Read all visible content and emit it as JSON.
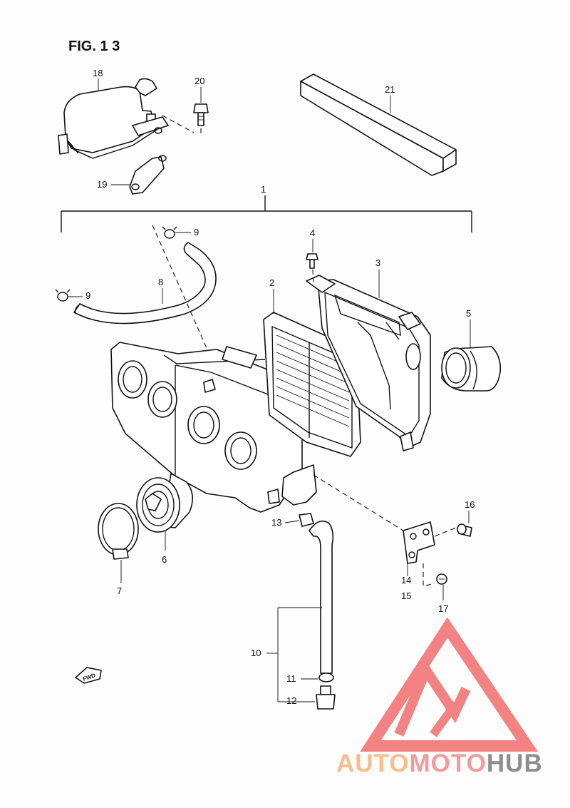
{
  "figure": {
    "title": "FIG. 1 3"
  },
  "callouts": {
    "p1": "1",
    "p2": "2",
    "p3": "3",
    "p4": "4",
    "p5": "5",
    "p6": "6",
    "p7": "7",
    "p8": "8",
    "p9a": "9",
    "p9b": "9",
    "p10": "10",
    "p11": "11",
    "p12": "12",
    "p13": "13",
    "p14": "14",
    "p15": "15",
    "p16": "16",
    "p17": "17",
    "p18": "18",
    "p19": "19",
    "p20": "20",
    "p21": "21"
  },
  "fwd_label": "FWD",
  "watermark": {
    "part1": "AUTO",
    "part2": "MOTO",
    "part3": "HUB",
    "colors": {
      "light": "#f7b27a",
      "mid": "#f08c8c",
      "dark": "#7a7a7a",
      "triangle": "#f26d6d"
    }
  }
}
